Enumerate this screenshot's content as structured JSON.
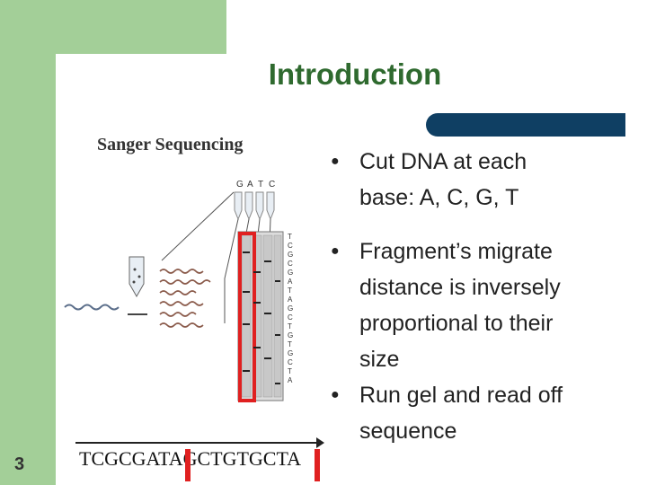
{
  "slide": {
    "title": "Introduction",
    "page_number": "3",
    "colors": {
      "accent_green": "#a3cf98",
      "title_green": "#2f6a2f",
      "navy": "#0f3f63",
      "marker_red": "#e02020"
    }
  },
  "figure": {
    "label": "Sanger Sequencing",
    "lane_labels": [
      "G",
      "A",
      "T",
      "C"
    ],
    "read_letters": [
      "T",
      "C",
      "G",
      "C",
      "G",
      "A",
      "T",
      "A",
      "G",
      "C",
      "T",
      "G",
      "T",
      "G",
      "C",
      "T",
      "A"
    ],
    "sequence": "TCGCGATAGCTGTGCTA"
  },
  "bullets": [
    {
      "icon": "bullet-dot-icon",
      "lines": [
        "Cut DNA at each",
        "base: A, C, G, T"
      ]
    },
    {
      "icon": "bullet-dot-icon",
      "lines": [
        "Fragment’s migrate",
        "distance is inversely",
        "proportional to their",
        "size"
      ]
    },
    {
      "icon": "bullet-dot-icon",
      "lines": [
        "Run gel and read off",
        "sequence"
      ]
    }
  ]
}
